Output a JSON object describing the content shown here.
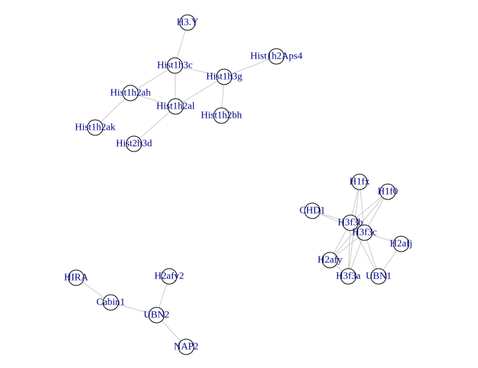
{
  "graph": {
    "colors": {
      "edge": "#c8c8c8",
      "node_stroke": "#000000",
      "node_fill": "#ffffff",
      "label": "#00008b",
      "background": "#ffffff"
    },
    "nodes": [
      {
        "id": "H3.Y",
        "label": "H3.Y"
      },
      {
        "id": "Hist1h3c",
        "label": "Hist1h3c"
      },
      {
        "id": "Hist1h2Aps4",
        "label": "Hist1h2Aps4"
      },
      {
        "id": "Hist1h3g",
        "label": "Hist1h3g"
      },
      {
        "id": "Hist1h2ah",
        "label": "Hist1h2ah"
      },
      {
        "id": "Hist1h2al",
        "label": "Hist1h2al"
      },
      {
        "id": "Hist1h2bh",
        "label": "Hist1h2bh"
      },
      {
        "id": "Hist1h2ak",
        "label": "Hist1h2ak"
      },
      {
        "id": "Hist2h3d",
        "label": "Hist2h3d"
      },
      {
        "id": "H1fx",
        "label": "H1fx"
      },
      {
        "id": "H1f0",
        "label": "H1f0"
      },
      {
        "id": "CHD1",
        "label": "CHD1"
      },
      {
        "id": "H3f3b",
        "label": "H3f3b"
      },
      {
        "id": "H3f3c",
        "label": "H3f3c"
      },
      {
        "id": "H2afj",
        "label": "H2afj"
      },
      {
        "id": "H2afy",
        "label": "H2afy"
      },
      {
        "id": "H3f3a",
        "label": "H3f3a"
      },
      {
        "id": "UBN1",
        "label": "UBN1"
      },
      {
        "id": "HIRA",
        "label": "HIRA"
      },
      {
        "id": "H2afy2",
        "label": "H2afy2"
      },
      {
        "id": "Cabin1",
        "label": "Cabin1"
      },
      {
        "id": "UBN2",
        "label": "UBN2"
      },
      {
        "id": "NAP2",
        "label": "NAP2"
      }
    ],
    "edges": [
      [
        "H3.Y",
        "Hist1h3c"
      ],
      [
        "Hist1h3c",
        "Hist1h3g"
      ],
      [
        "Hist1h3c",
        "Hist1h2ah"
      ],
      [
        "Hist1h3c",
        "Hist1h2al"
      ],
      [
        "Hist1h3g",
        "Hist1h2Aps4"
      ],
      [
        "Hist1h3g",
        "Hist1h2al"
      ],
      [
        "Hist1h3g",
        "Hist1h2bh"
      ],
      [
        "Hist1h2ah",
        "Hist1h2al"
      ],
      [
        "Hist1h2ah",
        "Hist1h2ak"
      ],
      [
        "Hist1h2al",
        "Hist2h3d"
      ],
      [
        "H1fx",
        "H3f3b"
      ],
      [
        "H1fx",
        "H3f3c"
      ],
      [
        "H1fx",
        "H3f3a"
      ],
      [
        "H1f0",
        "H3f3b"
      ],
      [
        "H1f0",
        "H3f3c"
      ],
      [
        "H1f0",
        "H2afy"
      ],
      [
        "CHD1",
        "H3f3b"
      ],
      [
        "CHD1",
        "H3f3c"
      ],
      [
        "H3f3b",
        "H3f3c"
      ],
      [
        "H3f3b",
        "H2afy"
      ],
      [
        "H3f3b",
        "H3f3a"
      ],
      [
        "H3f3b",
        "UBN1"
      ],
      [
        "H3f3c",
        "H2afj"
      ],
      [
        "H3f3c",
        "H2afy"
      ],
      [
        "H3f3c",
        "H3f3a"
      ],
      [
        "H3f3c",
        "UBN1"
      ],
      [
        "H2afy",
        "H3f3a"
      ],
      [
        "H2afj",
        "UBN1"
      ],
      [
        "HIRA",
        "Cabin1"
      ],
      [
        "Cabin1",
        "UBN2"
      ],
      [
        "H2afy2",
        "UBN2"
      ],
      [
        "UBN2",
        "NAP2"
      ]
    ]
  }
}
